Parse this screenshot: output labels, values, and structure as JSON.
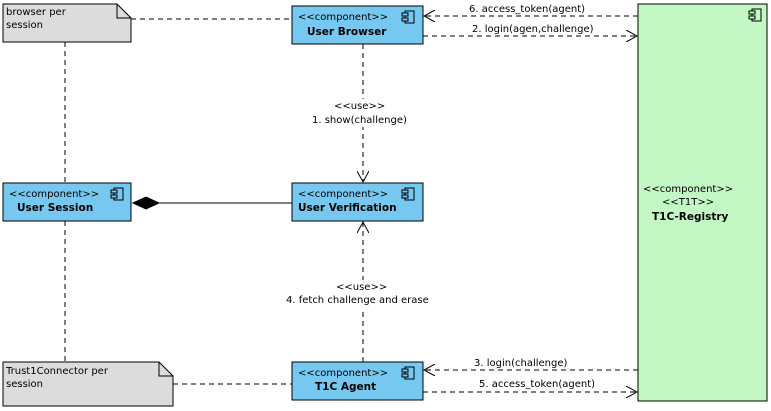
{
  "components": {
    "user_browser": {
      "stereotype": "<<component>>",
      "name": "User Browser"
    },
    "user_verification": {
      "stereotype": "<<component>>",
      "name": "User Verification"
    },
    "user_session": {
      "stereotype": "<<component>>",
      "name": "User Session"
    },
    "t1c_agent": {
      "stereotype": "<<component>>",
      "name": "T1C Agent"
    },
    "registry": {
      "stereotype": "<<component>>",
      "stereotype2": "<<T1T>>",
      "name": "T1C-Registry"
    }
  },
  "notes": {
    "browser": {
      "line1": "browser per",
      "line2": "session"
    },
    "connector": {
      "line1": "Trust1Connector per",
      "line2": "session"
    }
  },
  "messages": {
    "m6": "6. access_token(agent)",
    "m2": "2. login(agen,challenge)",
    "m3": "3. login(challenge)",
    "m5": "5. access_token(agent)"
  },
  "uses": {
    "show": {
      "stereotype": "<<use>>",
      "label": "1. show(challenge)"
    },
    "fetch": {
      "stereotype": "<<use>>",
      "label": "4. fetch challenge and erase"
    }
  }
}
